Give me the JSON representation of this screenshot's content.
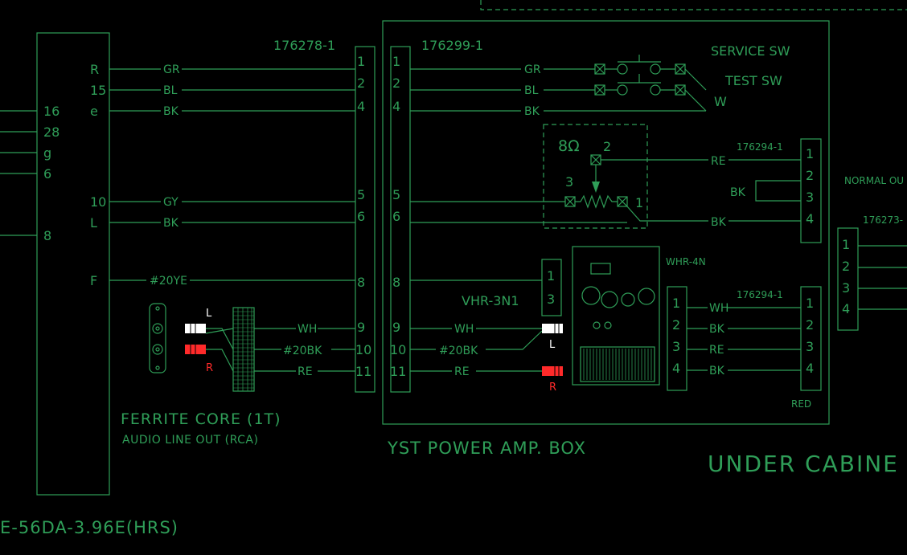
{
  "diagram": {
    "left_connector": {
      "outer_pins": [
        "16",
        "28",
        "g",
        "6",
        "8"
      ],
      "inner_pins": [
        "R",
        "15",
        "e",
        "10",
        "L",
        "F"
      ],
      "part_label": "E-56DA-3.96E(HRS)"
    },
    "wires_left": [
      "GR",
      "BL",
      "BK",
      "GY",
      "BK",
      "#20YE"
    ],
    "conn_176278": {
      "label": "176278-1",
      "pins": [
        "1",
        "2",
        "4",
        "5",
        "6",
        "8",
        "9",
        "10",
        "11"
      ]
    },
    "conn_176299": {
      "label": "176299-1",
      "pins": [
        "1",
        "2",
        "4",
        "5",
        "6",
        "8",
        "9",
        "10",
        "11"
      ]
    },
    "rca": {
      "left_label": "L",
      "right_label": "R",
      "ferrite_title": "FERRITE CORE (1T)",
      "audio_title": "AUDIO LINE OUT (RCA)",
      "ferrite_wires": [
        "WH",
        "#20BK",
        "RE"
      ]
    },
    "amp_wires": [
      "GR",
      "BL",
      "BK",
      "WH",
      "#20BK",
      "RE"
    ],
    "switches": {
      "service": "SERVICE SW",
      "test": "TEST SW",
      "w": "W"
    },
    "resistor": {
      "value": "8Ω",
      "pins": [
        "2",
        "3",
        "1"
      ]
    },
    "conn_176294_top": {
      "label": "176294-1",
      "pins": [
        "1",
        "2",
        "3",
        "4"
      ],
      "wires": [
        "RE",
        "BK",
        "BK"
      ]
    },
    "conn_176294_bottom": {
      "label": "176294-1",
      "pins": [
        "1",
        "2",
        "3",
        "4"
      ],
      "wires": [
        "WH",
        "BK",
        "RE",
        "BK"
      ],
      "note": "RED"
    },
    "whr_4n": {
      "label": "WHR-4N",
      "pins": [
        "1",
        "2",
        "3",
        "4"
      ]
    },
    "vhr_3n1": {
      "label": "VHR-3N1",
      "pins": [
        "1",
        "3"
      ]
    },
    "amp_rca": {
      "left_label": "L",
      "right_label": "R"
    },
    "box_title": "YST POWER AMP. BOX",
    "under_cabinet": "UNDER CABINE",
    "normal_out": "NORMAL OU",
    "conn_176273": {
      "label": "176273-",
      "pins": [
        "1",
        "2",
        "3",
        "4"
      ]
    },
    "colors": {
      "line": "#2f9e58",
      "red": "#ff2a2a",
      "white": "#ffffff",
      "background": "#000000"
    }
  }
}
